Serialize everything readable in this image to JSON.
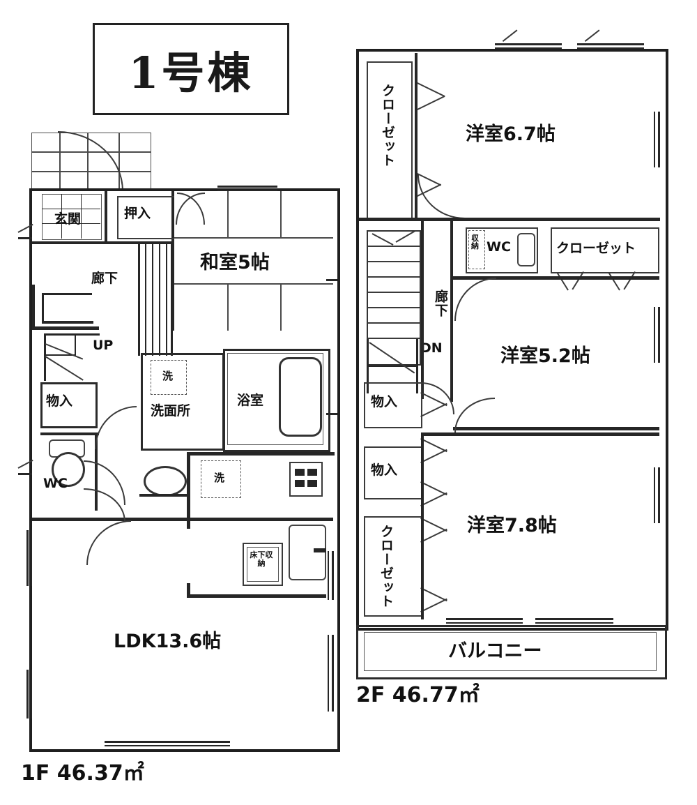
{
  "title": {
    "text": "1号棟"
  },
  "floors": [
    {
      "id": "1f",
      "area_label": "1F 46.37㎡",
      "rooms": [
        {
          "name": "genkan",
          "label": "玄関",
          "orientation": "horizontal"
        },
        {
          "name": "oshiire",
          "label": "押入",
          "orientation": "horizontal"
        },
        {
          "name": "washitsu",
          "label": "和室5帖",
          "orientation": "horizontal"
        },
        {
          "name": "rouka",
          "label": "廊下",
          "orientation": "horizontal"
        },
        {
          "name": "stairs-up",
          "label": "UP",
          "orientation": "horizontal"
        },
        {
          "name": "monoire",
          "label": "物入",
          "orientation": "horizontal"
        },
        {
          "name": "wc",
          "label": "WC",
          "orientation": "horizontal"
        },
        {
          "name": "senmenjo",
          "label": "洗面所",
          "orientation": "horizontal"
        },
        {
          "name": "yokushitsu",
          "label": "浴室",
          "orientation": "horizontal"
        },
        {
          "name": "ldk",
          "label": "LDK13.6帖",
          "orientation": "horizontal"
        },
        {
          "name": "yukashita",
          "label": "床下収納",
          "orientation": "horizontal"
        },
        {
          "name": "washer",
          "label": "洗",
          "orientation": "horizontal"
        },
        {
          "name": "sink",
          "label": "洗",
          "orientation": "horizontal"
        }
      ]
    },
    {
      "id": "2f",
      "area_label": "2F 46.77㎡",
      "rooms": [
        {
          "name": "closet-top",
          "label": "クローゼット",
          "orientation": "vertical"
        },
        {
          "name": "yoshitsu-67",
          "label": "洋室6.7帖",
          "orientation": "horizontal"
        },
        {
          "name": "wc",
          "label": "WC",
          "orientation": "horizontal"
        },
        {
          "name": "closet-mid",
          "label": "クローゼット",
          "orientation": "horizontal"
        },
        {
          "name": "rouka",
          "label": "廊下",
          "orientation": "vertical"
        },
        {
          "name": "stairs-down",
          "label": "DN",
          "orientation": "horizontal"
        },
        {
          "name": "yoshitsu-52",
          "label": "洋室5.2帖",
          "orientation": "horizontal"
        },
        {
          "name": "monoire-upper",
          "label": "物入",
          "orientation": "horizontal"
        },
        {
          "name": "monoire-lower",
          "label": "物入",
          "orientation": "horizontal"
        },
        {
          "name": "closet-bottom",
          "label": "クローゼット",
          "orientation": "vertical"
        },
        {
          "name": "yoshitsu-78",
          "label": "洋室7.8帖",
          "orientation": "horizontal"
        },
        {
          "name": "balcony",
          "label": "バルコニー",
          "orientation": "horizontal"
        }
      ]
    }
  ],
  "colors": {
    "line": "#262626",
    "text": "#111111",
    "background": "#ffffff"
  }
}
